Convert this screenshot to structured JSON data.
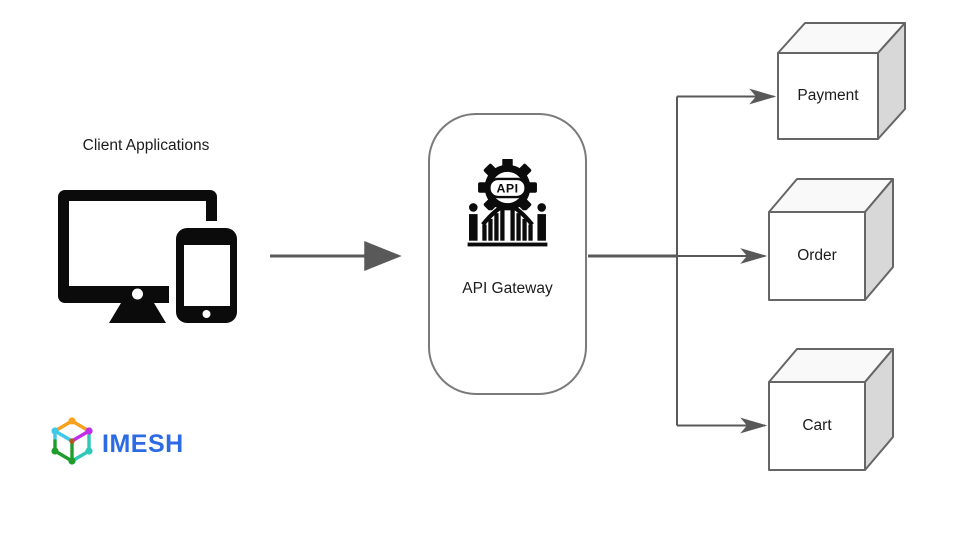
{
  "page": {
    "background": "#ffffff"
  },
  "colors": {
    "line": "#595959",
    "node_border": "#7b7b7b",
    "cube_stroke": "#666666",
    "cube_front": "#ffffff",
    "cube_top": "#f9f9f9",
    "cube_side": "#d8d8d8",
    "icon_black": "#0b0b0b",
    "text": "#1c1c1c",
    "logo_blue": "#2d6be4",
    "logo_orange": "#f6a21e",
    "logo_magenta": "#c32ce8",
    "logo_cyan": "#3fc8e8",
    "logo_green": "#1f9d2c",
    "logo_teal": "#2fc9b9",
    "logo_center_dot": "#b5541f"
  },
  "clients": {
    "label": "Client Applications",
    "icon": "desktop-and-phone-icon"
  },
  "gateway": {
    "label": "API Gateway",
    "icon": "api-gear-gate-icon",
    "icon_text": "API"
  },
  "services": [
    {
      "label": "Payment"
    },
    {
      "label": "Order"
    },
    {
      "label": "Cart"
    }
  ],
  "logo": {
    "text": "IMESH",
    "icon": "mesh-cube-icon"
  }
}
